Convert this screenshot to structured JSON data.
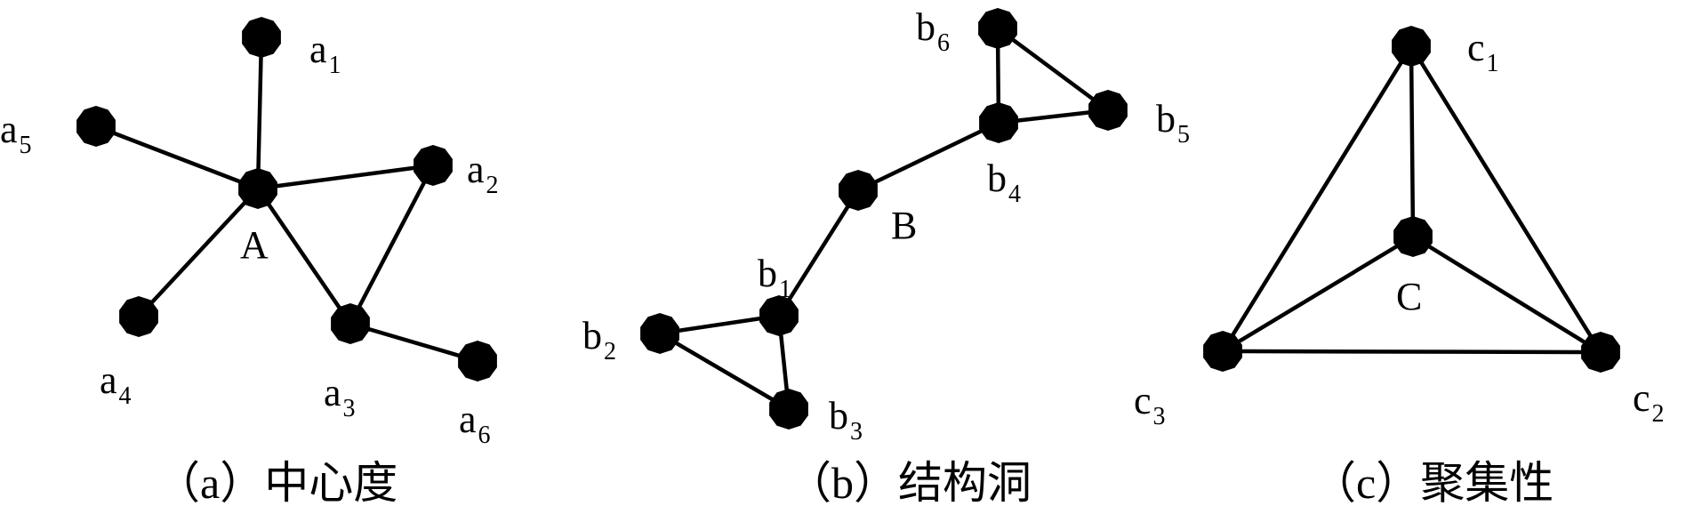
{
  "panels": [
    {
      "id": "a",
      "caption": "（a）中心度",
      "nodes": [
        {
          "id": "A",
          "base": "A",
          "sub": ""
        },
        {
          "id": "a1",
          "base": "a",
          "sub": "1"
        },
        {
          "id": "a2",
          "base": "a",
          "sub": "2"
        },
        {
          "id": "a3",
          "base": "a",
          "sub": "3"
        },
        {
          "id": "a4",
          "base": "a",
          "sub": "4"
        },
        {
          "id": "a5",
          "base": "a",
          "sub": "5"
        },
        {
          "id": "a6",
          "base": "a",
          "sub": "6"
        }
      ],
      "edges": [
        [
          "A",
          "a1"
        ],
        [
          "A",
          "a2"
        ],
        [
          "A",
          "a3"
        ],
        [
          "A",
          "a4"
        ],
        [
          "A",
          "a5"
        ],
        [
          "a2",
          "a3"
        ],
        [
          "a3",
          "a6"
        ]
      ]
    },
    {
      "id": "b",
      "caption": "（b）结构洞",
      "nodes": [
        {
          "id": "B",
          "base": "B",
          "sub": ""
        },
        {
          "id": "b1",
          "base": "b",
          "sub": "1"
        },
        {
          "id": "b2",
          "base": "b",
          "sub": "2"
        },
        {
          "id": "b3",
          "base": "b",
          "sub": "3"
        },
        {
          "id": "b4",
          "base": "b",
          "sub": "4"
        },
        {
          "id": "b5",
          "base": "b",
          "sub": "5"
        },
        {
          "id": "b6",
          "base": "b",
          "sub": "6"
        }
      ],
      "edges": [
        [
          "b1",
          "b2"
        ],
        [
          "b1",
          "b3"
        ],
        [
          "b2",
          "b3"
        ],
        [
          "b1",
          "B"
        ],
        [
          "B",
          "b4"
        ],
        [
          "b4",
          "b5"
        ],
        [
          "b4",
          "b6"
        ],
        [
          "b5",
          "b6"
        ]
      ]
    },
    {
      "id": "c",
      "caption": "（c）聚集性",
      "nodes": [
        {
          "id": "C",
          "base": "C",
          "sub": ""
        },
        {
          "id": "c1",
          "base": "c",
          "sub": "1"
        },
        {
          "id": "c2",
          "base": "c",
          "sub": "2"
        },
        {
          "id": "c3",
          "base": "c",
          "sub": "3"
        }
      ],
      "edges": [
        [
          "C",
          "c1"
        ],
        [
          "C",
          "c2"
        ],
        [
          "C",
          "c3"
        ],
        [
          "c1",
          "c2"
        ],
        [
          "c2",
          "c3"
        ],
        [
          "c1",
          "c3"
        ]
      ]
    }
  ]
}
